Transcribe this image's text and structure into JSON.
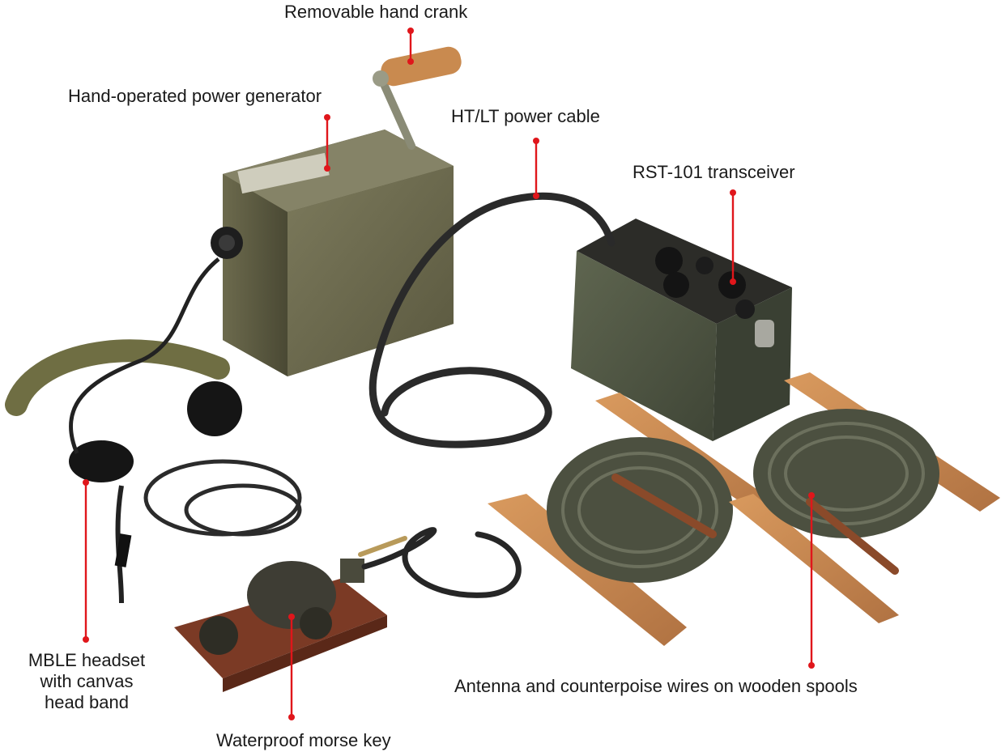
{
  "labels": {
    "hand_crank": "Removable hand crank",
    "power_generator": "Hand-operated power generator",
    "power_cable": "HT/LT power cable",
    "transceiver": "RST-101 transceiver",
    "headset_line1": "MBLE headset",
    "headset_line2": "with canvas",
    "headset_line3": "head band",
    "antenna_spools": "Antenna and counterpoise wires on wooden spools",
    "morse_key": "Waterproof morse key"
  },
  "colors": {
    "leader": "#e0161b",
    "background": "#ffffff",
    "olive_drab": "#6e6b4e",
    "wood": "#c98a4f",
    "cable": "#2a2a2a"
  }
}
